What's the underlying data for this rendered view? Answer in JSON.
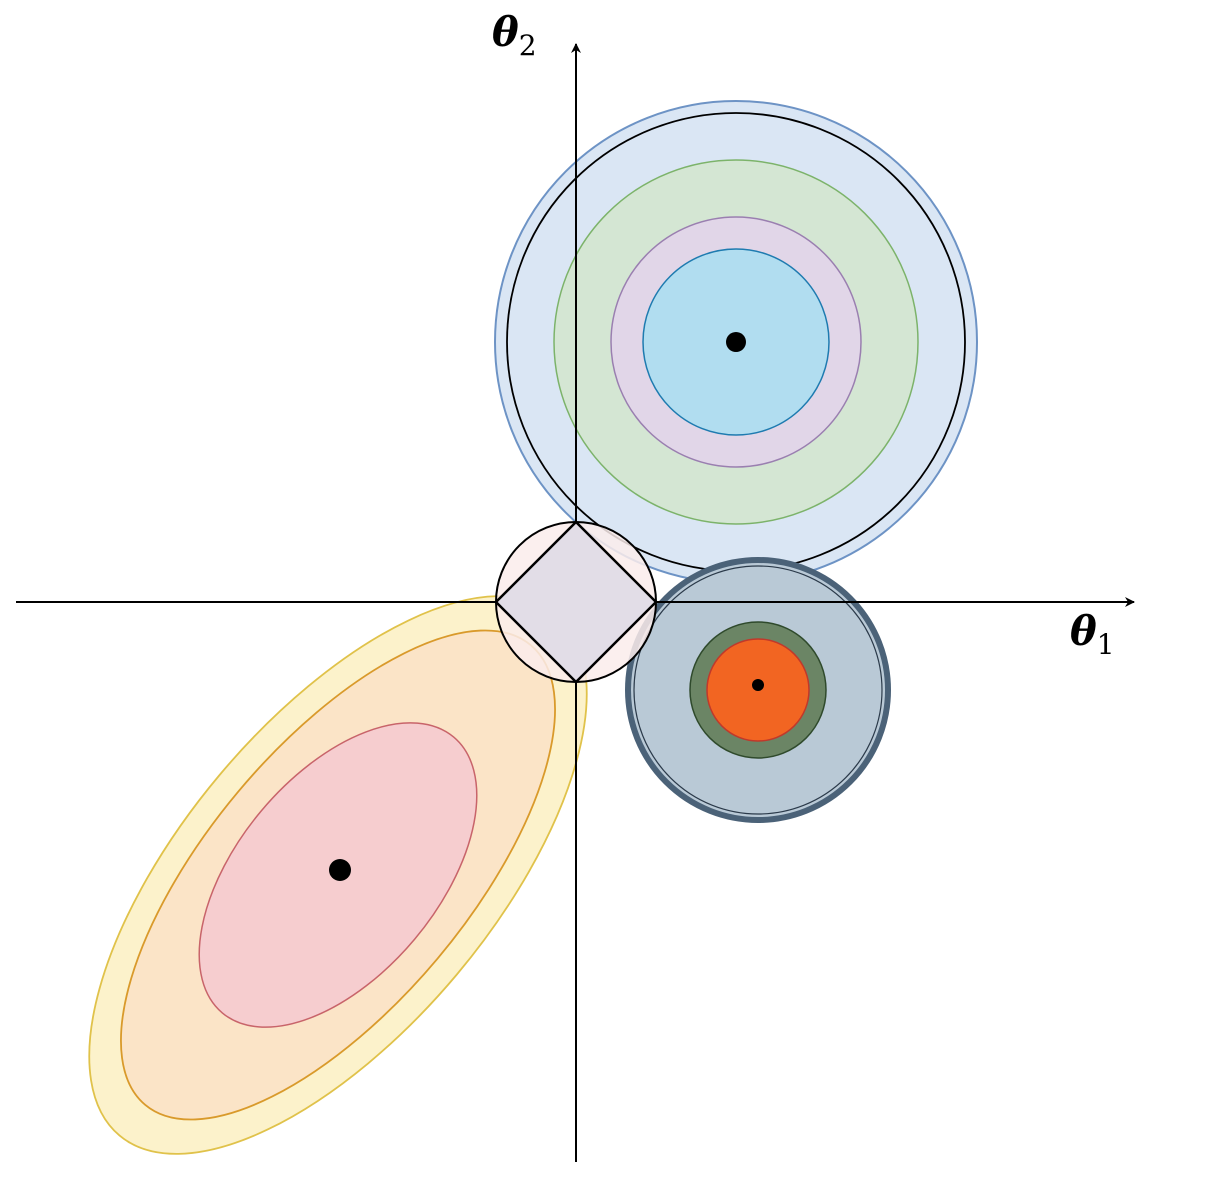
{
  "axes": {
    "x_label_symbol": "θ",
    "x_label_subscript": "1",
    "y_label_symbol": "θ",
    "y_label_subscript": "2"
  },
  "colors": {
    "axis": "#000000",
    "blue_outer_fill": "#dae6f4",
    "blue_outer_stroke": "#6d93c5",
    "green_fill": "#d4e6d3",
    "green_stroke": "#7cb36a",
    "lavender_fill": "#e1d6e8",
    "lavender_stroke": "#9a7fb0",
    "sky_fill": "#b1ddf0",
    "sky_stroke": "#1e7bb0",
    "yellow_fill": "#fcf2cb",
    "yellow_stroke": "#e0c24a",
    "peach_fill": "#fbe4c7",
    "peach_stroke": "#d99a2b",
    "pink_fill": "#f6cdcf",
    "pink_stroke": "#c8646a",
    "slate_fill": "#b9c9d6",
    "slate_stroke": "#4b6278",
    "olive_fill": "#6b8565",
    "olive_stroke": "#2f4a2c",
    "orange_fill": "#f26522",
    "orange_stroke": "#c0392b",
    "l2_ball_fill": "#faeceb",
    "l1_ball_fill": "#e2dde7",
    "center_dot": "#000000"
  }
}
